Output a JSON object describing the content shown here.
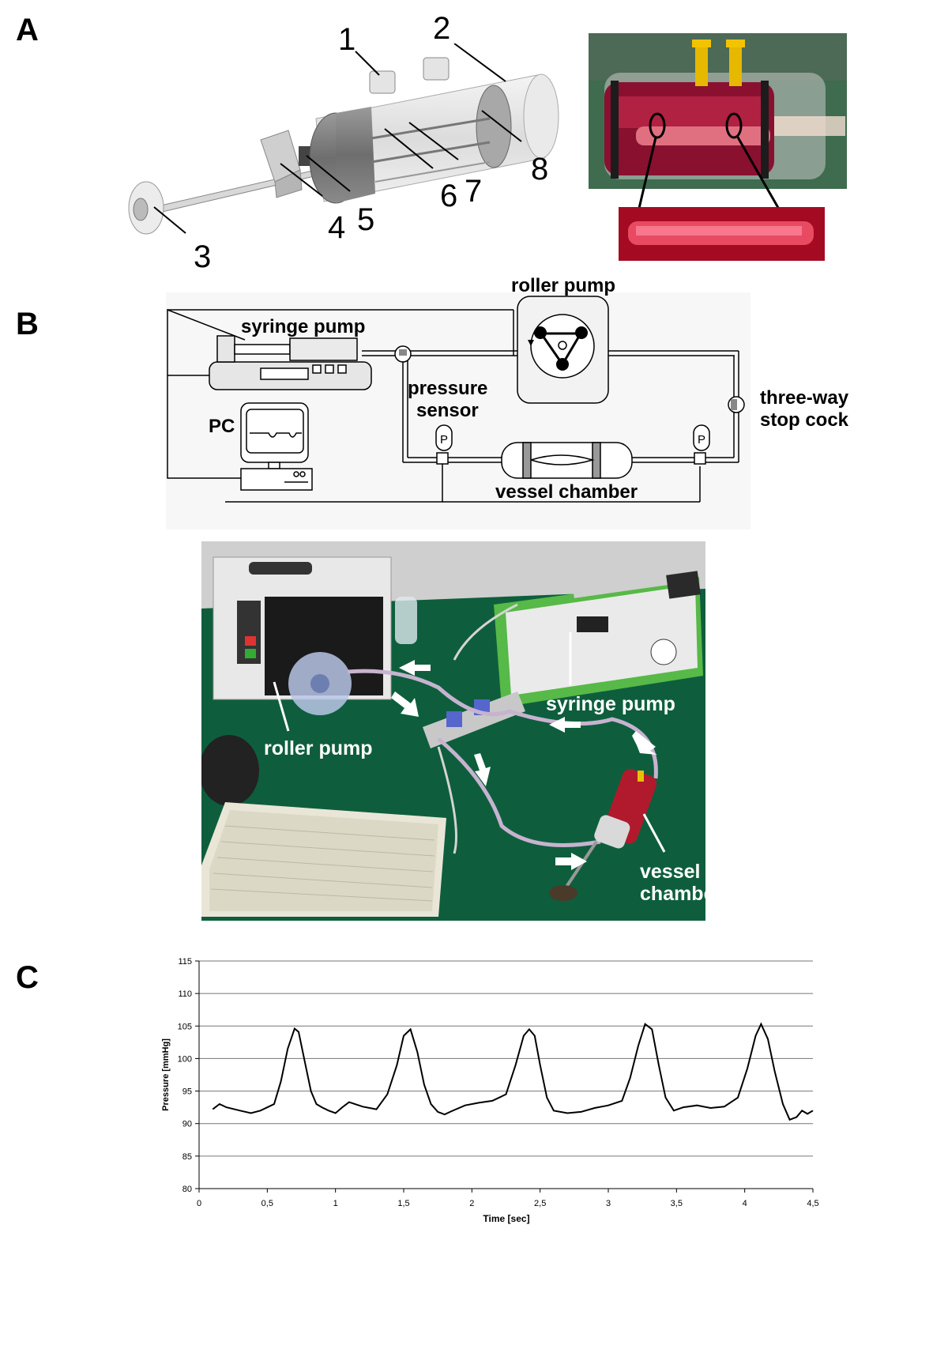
{
  "panels": {
    "a": {
      "letter": "A",
      "parts": [
        "1",
        "2",
        "3",
        "4",
        "5",
        "6",
        "7",
        "8"
      ]
    },
    "b": {
      "letter": "B",
      "schematic": {
        "roller_pump": "roller pump",
        "syringe_pump": "syringe pump",
        "pressure_sensor_line1": "pressure",
        "pressure_sensor_line2": "sensor",
        "pc": "PC",
        "three_way_line1": "three-way",
        "three_way_line2": "stop cock",
        "vessel_chamber": "vessel chamber",
        "sensor_symbol": "P"
      },
      "photo": {
        "syringe_pump": "syringe pump",
        "roller_pump": "roller pump",
        "vessel_line1": "vessel",
        "vessel_line2": "chambe"
      }
    },
    "c": {
      "letter": "C"
    }
  },
  "chart_data": {
    "type": "line",
    "xlabel": "Time [sec]",
    "ylabel": "Pressure [mmHg]",
    "xlim": [
      0,
      4.5
    ],
    "ylim": [
      80,
      115
    ],
    "grid": "horizontal",
    "x_ticks": [
      "0",
      "0,5",
      "1",
      "1,5",
      "2",
      "2,5",
      "3",
      "3,5",
      "4",
      "4,5"
    ],
    "y_ticks": [
      "80",
      "85",
      "90",
      "95",
      "100",
      "105",
      "110",
      "115"
    ],
    "series": [
      {
        "x": [
          0.1,
          0.15,
          0.2,
          0.3,
          0.38,
          0.45,
          0.55,
          0.6,
          0.65,
          0.7,
          0.73,
          0.78,
          0.82,
          0.86,
          0.9,
          0.95,
          1.0,
          1.05,
          1.1,
          1.2,
          1.3,
          1.38,
          1.45,
          1.5,
          1.55,
          1.6,
          1.65,
          1.7,
          1.75,
          1.8,
          1.85,
          1.95,
          2.05,
          2.15,
          2.25,
          2.32,
          2.38,
          2.42,
          2.46,
          2.5,
          2.55,
          2.6,
          2.7,
          2.8,
          2.9,
          3.0,
          3.1,
          3.16,
          3.22,
          3.27,
          3.32,
          3.37,
          3.42,
          3.48,
          3.55,
          3.65,
          3.75,
          3.85,
          3.95,
          4.02,
          4.08,
          4.12,
          4.17,
          4.22,
          4.28,
          4.33,
          4.38,
          4.42,
          4.46,
          4.5
        ],
        "y": [
          92.2,
          93.0,
          92.5,
          92.0,
          91.6,
          92.0,
          93.0,
          96.5,
          101.5,
          104.6,
          104.1,
          99.0,
          95.0,
          93.0,
          92.5,
          92.0,
          91.6,
          92.5,
          93.3,
          92.6,
          92.2,
          94.5,
          99.0,
          103.5,
          104.5,
          101.0,
          96.0,
          93.0,
          91.8,
          91.4,
          91.9,
          92.8,
          93.2,
          93.5,
          94.5,
          99.0,
          103.5,
          104.5,
          103.5,
          99.0,
          94.0,
          92.0,
          91.6,
          91.8,
          92.4,
          92.8,
          93.5,
          97.0,
          102.0,
          105.3,
          104.5,
          99.0,
          94.0,
          92.0,
          92.5,
          92.8,
          92.4,
          92.6,
          94.0,
          98.5,
          103.5,
          105.3,
          103.0,
          98.0,
          93.0,
          90.6,
          91.0,
          92.0,
          91.5,
          92.0
        ]
      }
    ]
  }
}
